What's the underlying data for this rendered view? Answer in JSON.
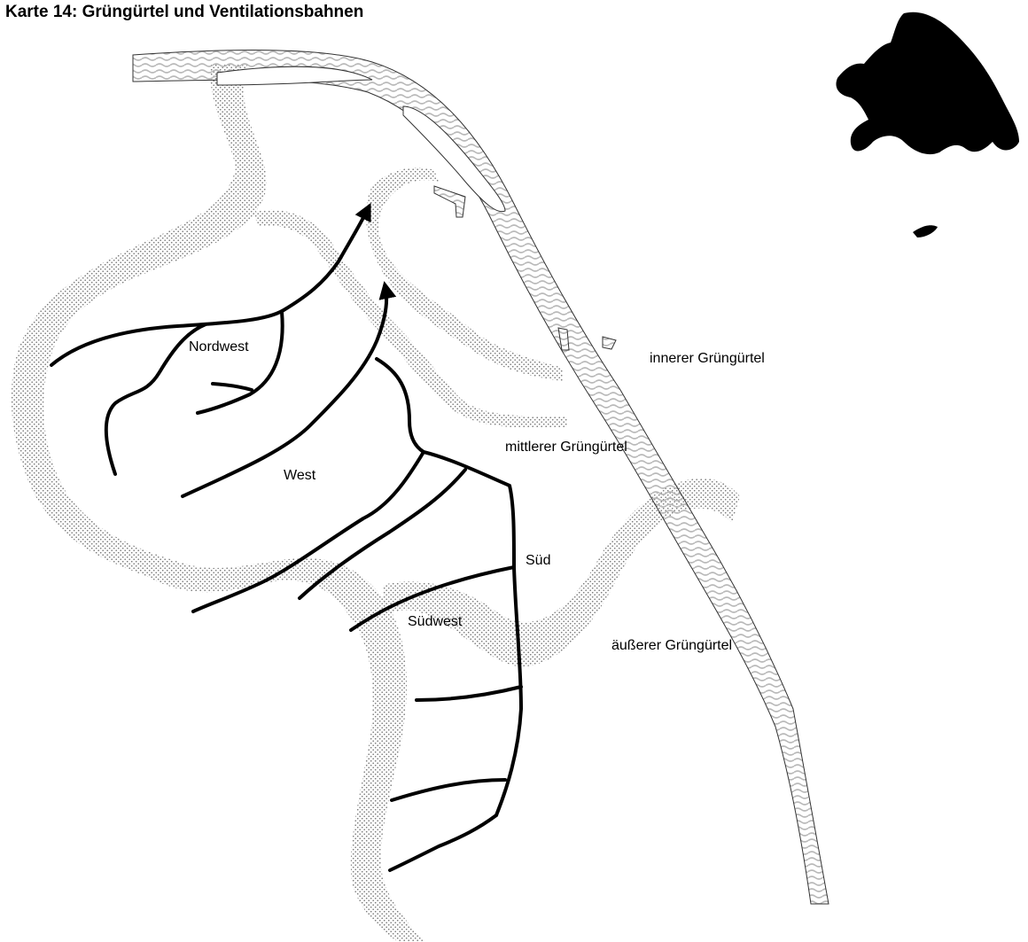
{
  "title": "Karte 14: Grüngürtel und Ventilationsbahnen",
  "labels": {
    "nordwest": "Nordwest",
    "west": "West",
    "sued": "Süd",
    "suedwest": "Südwest",
    "innerer": "innerer Grüngürtel",
    "mittlerer": "mittlerer Grüngürtel",
    "aeusserer": "äußerer Grüngürtel"
  },
  "colors": {
    "line": "#000000",
    "stipple": "#777777",
    "water": "#d8d8d8"
  }
}
